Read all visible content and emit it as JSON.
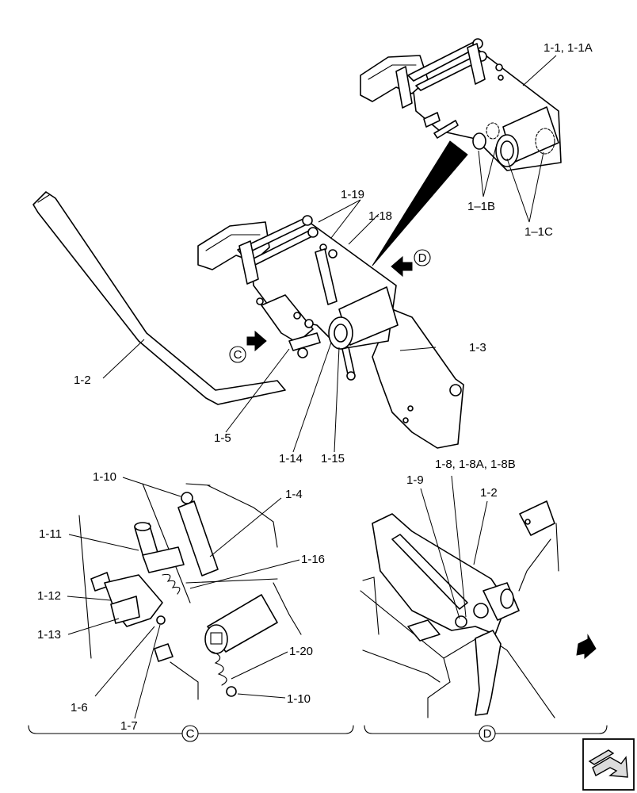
{
  "callouts": {
    "c1_1": "1-1, 1-1A",
    "c1_1b": "1–1B",
    "c1_1c": "1–1C",
    "c1_19": "1-19",
    "c1_18": "1-18",
    "c1_2": "1-2",
    "c1_3": "1-3",
    "c1_5": "1-5",
    "c1_14": "1-14",
    "c1_15": "1-15",
    "c1_10a": "1-10",
    "c1_4": "1-4",
    "c1_11": "1-11",
    "c1_16": "1-16",
    "c1_12": "1-12",
    "c1_13": "1-13",
    "c1_6": "1-6",
    "c1_7": "1-7",
    "c1_20": "1-20",
    "c1_10b": "1-10",
    "c1_9": "1-9",
    "c1_8": "1-8, 1-8A, 1-8B",
    "c1_2b": "1-2"
  },
  "views": {
    "c": "C",
    "d": "D"
  },
  "icons": {
    "nav": "page-turn-arrow-icon"
  }
}
